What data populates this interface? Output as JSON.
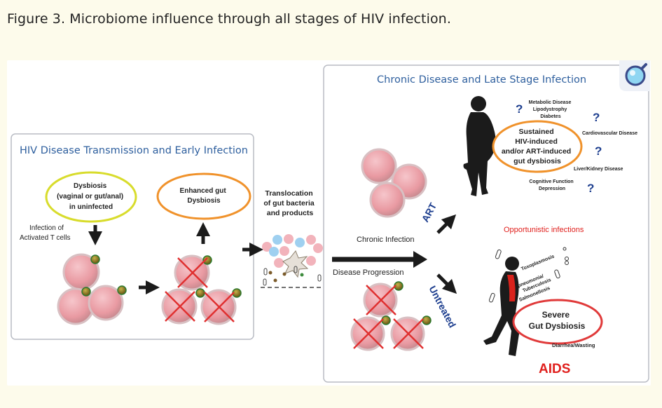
{
  "caption": "Figure 3. Microbiome influence through all stages of HIV infection.",
  "left_box": {
    "title": "HIV Disease Transmission and Early Infection",
    "dysbiosis_lines": [
      "Dysbiosis",
      "(vaginal or gut/anal)",
      "in uninfected"
    ],
    "enhanced_lines": [
      "Enhanced gut",
      "Dysbiosis"
    ],
    "infection_lines": [
      "Infection of",
      "Activated T cells"
    ]
  },
  "translocation_lines": [
    "Translocation",
    "of gut bacteria",
    "and products"
  ],
  "right_box": {
    "title": "Chronic Disease and Late Stage Infection",
    "chronic_infection": "Chronic Infection",
    "disease_progression": "Disease Progression",
    "art_label": "ART",
    "untreated_label": "Untreated",
    "sustained_lines": [
      "Sustained",
      "HIV-induced",
      "and/or ART-induced",
      "gut dysbiosis"
    ],
    "metabolic_lines": [
      "Metabolic Disease",
      "Lipodystrophy",
      "Diabetes"
    ],
    "cardiovascular": "Cardiovascular Disease",
    "liver_kidney": "Liver/Kidney Disease",
    "cognitive_lines": [
      "Cognitive Function",
      "Depression"
    ],
    "question_mark": "?",
    "opportunistic": "Opportunistic infections",
    "toxoplasmosis": "Toxoplasmosis",
    "pneumonia_lines": [
      "pneumonia/",
      "Tuberculosis"
    ],
    "salmonellosis": "Salmonellosis",
    "severe_lines": [
      "Severe",
      "Gut Dysbiosis"
    ],
    "diarrhea": "Diarrhea/Wasting",
    "aids": "AIDS"
  },
  "colors": {
    "page_bg": "#fdfbeb",
    "panel_title_blue": "#2e5f9e",
    "ellipse_yellow": "#d8dc2c",
    "ellipse_orange": "#f0922b",
    "ellipse_red": "#e03a3a",
    "cross_red": "#e03030",
    "cell_pink": "#eaa1a8",
    "art_blue": "#1e3f8f",
    "aids_red": "#e0201d"
  },
  "icons": {
    "badge": "magnifier-icon"
  }
}
